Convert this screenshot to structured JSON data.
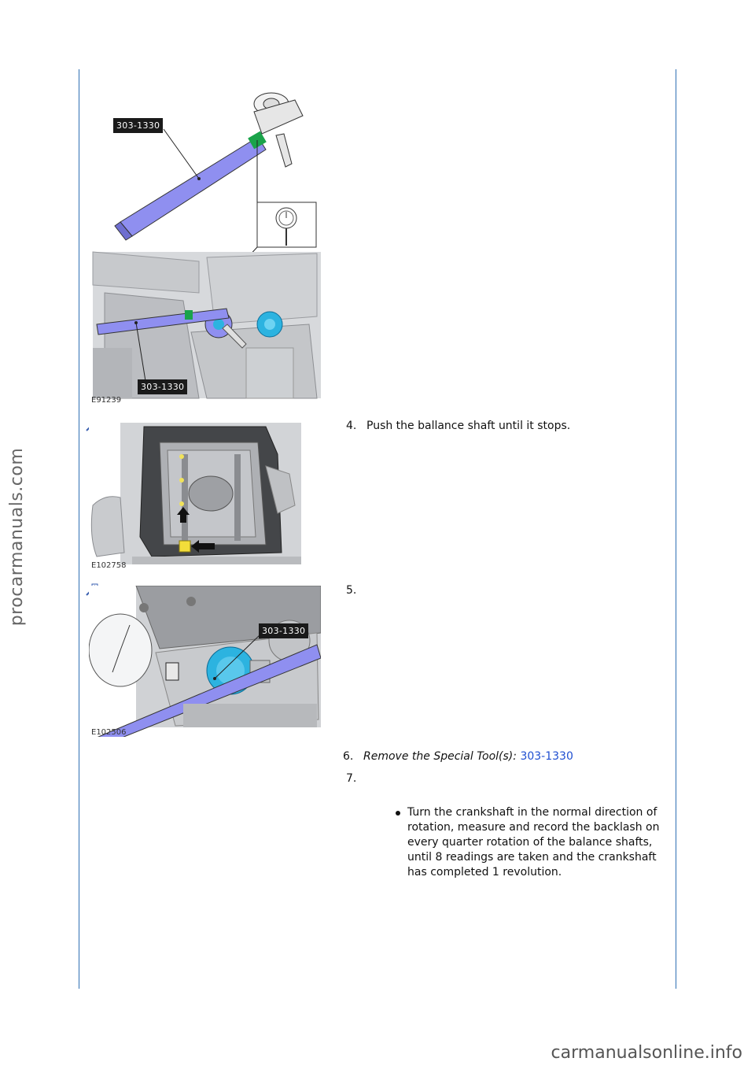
{
  "watermarks": {
    "side": "procarmanuals.com",
    "bottom": "carmanualsonline.info"
  },
  "figures": [
    {
      "code": "E91239",
      "callouts": [
        "303-1330",
        "303-1330"
      ]
    },
    {
      "code": "E102758",
      "callouts": []
    },
    {
      "code": "E102506",
      "callouts": [
        "303-1330"
      ]
    }
  ],
  "steps": [
    {
      "number": "4.",
      "text": "Push the ballance shaft until it stops."
    },
    {
      "number": "5.",
      "text": ""
    },
    {
      "number": "6.",
      "prefix": "Remove the Special Tool(s):",
      "link": "303-1330"
    },
    {
      "number": "7.",
      "bullets": [
        "Turn the crankshaft in the normal direction of rotation, measure and record the backlash on every quarter rotation of the balance shafts, until 8 readings are taken and the crankshaft has completed 1 revolution."
      ]
    }
  ],
  "colors": {
    "rule": "#2f6fb3",
    "link": "#1f4fd1",
    "tool": "#7f7fe8",
    "accent_cyan": "#2cb3e0"
  },
  "icons": [
    "zoom-in-icon",
    "zoom-in-icon"
  ]
}
